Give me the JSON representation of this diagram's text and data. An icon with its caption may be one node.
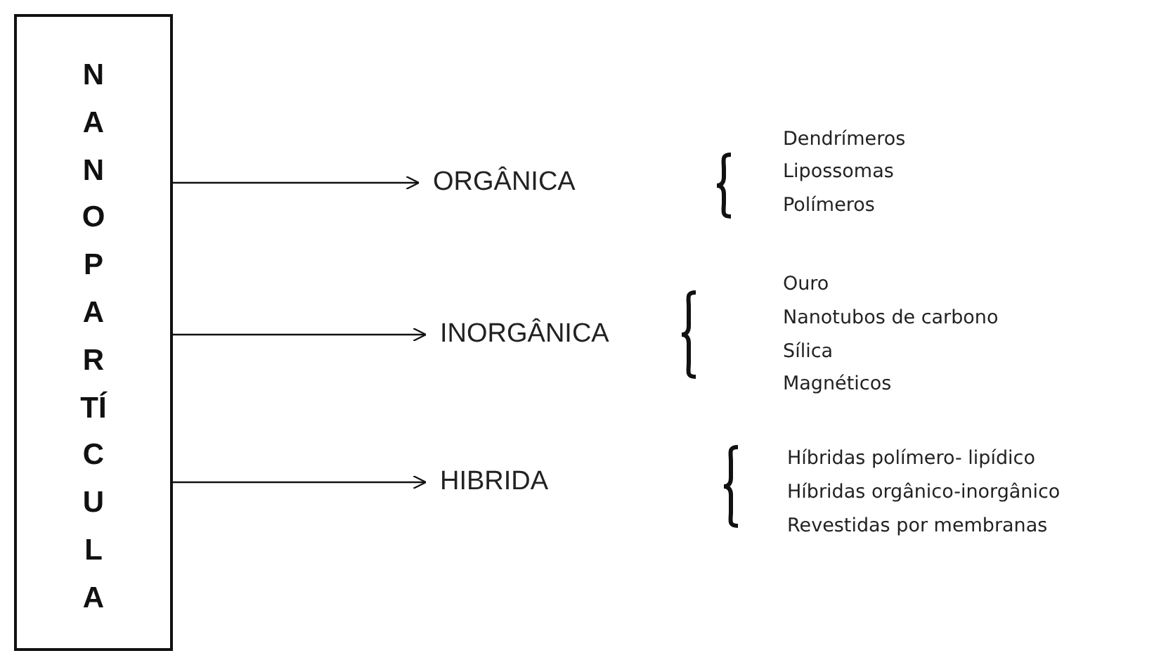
{
  "diagram": {
    "nodes": [
      {
        "text": [
          "NANOPARTÍCULA"
        ]
      },
      {
        "text": [
          "ORGÂNICA"
        ],
        "beside": [
          "Dendrímeros",
          "Lipossomas",
          "Polímeros"
        ]
      },
      {
        "text": [
          "INORGÂNICA"
        ],
        "beside": [
          "Ouro",
          "Nanotubos de carbono",
          "Sílica",
          "Magnéticos"
        ]
      },
      {
        "text": [
          "HIBRIDA"
        ],
        "beside": [
          "Híbridas polímero- lipídico",
          "Híbridas orgânico-inorgânico",
          "Revestidas por membranas"
        ]
      }
    ],
    "edges": [
      {
        "from": 0,
        "to": 1,
        "arrow": "to"
      },
      {
        "from": 0,
        "to": 2,
        "arrow": "to"
      },
      {
        "from": 0,
        "to": 3,
        "arrow": "to"
      }
    ]
  }
}
